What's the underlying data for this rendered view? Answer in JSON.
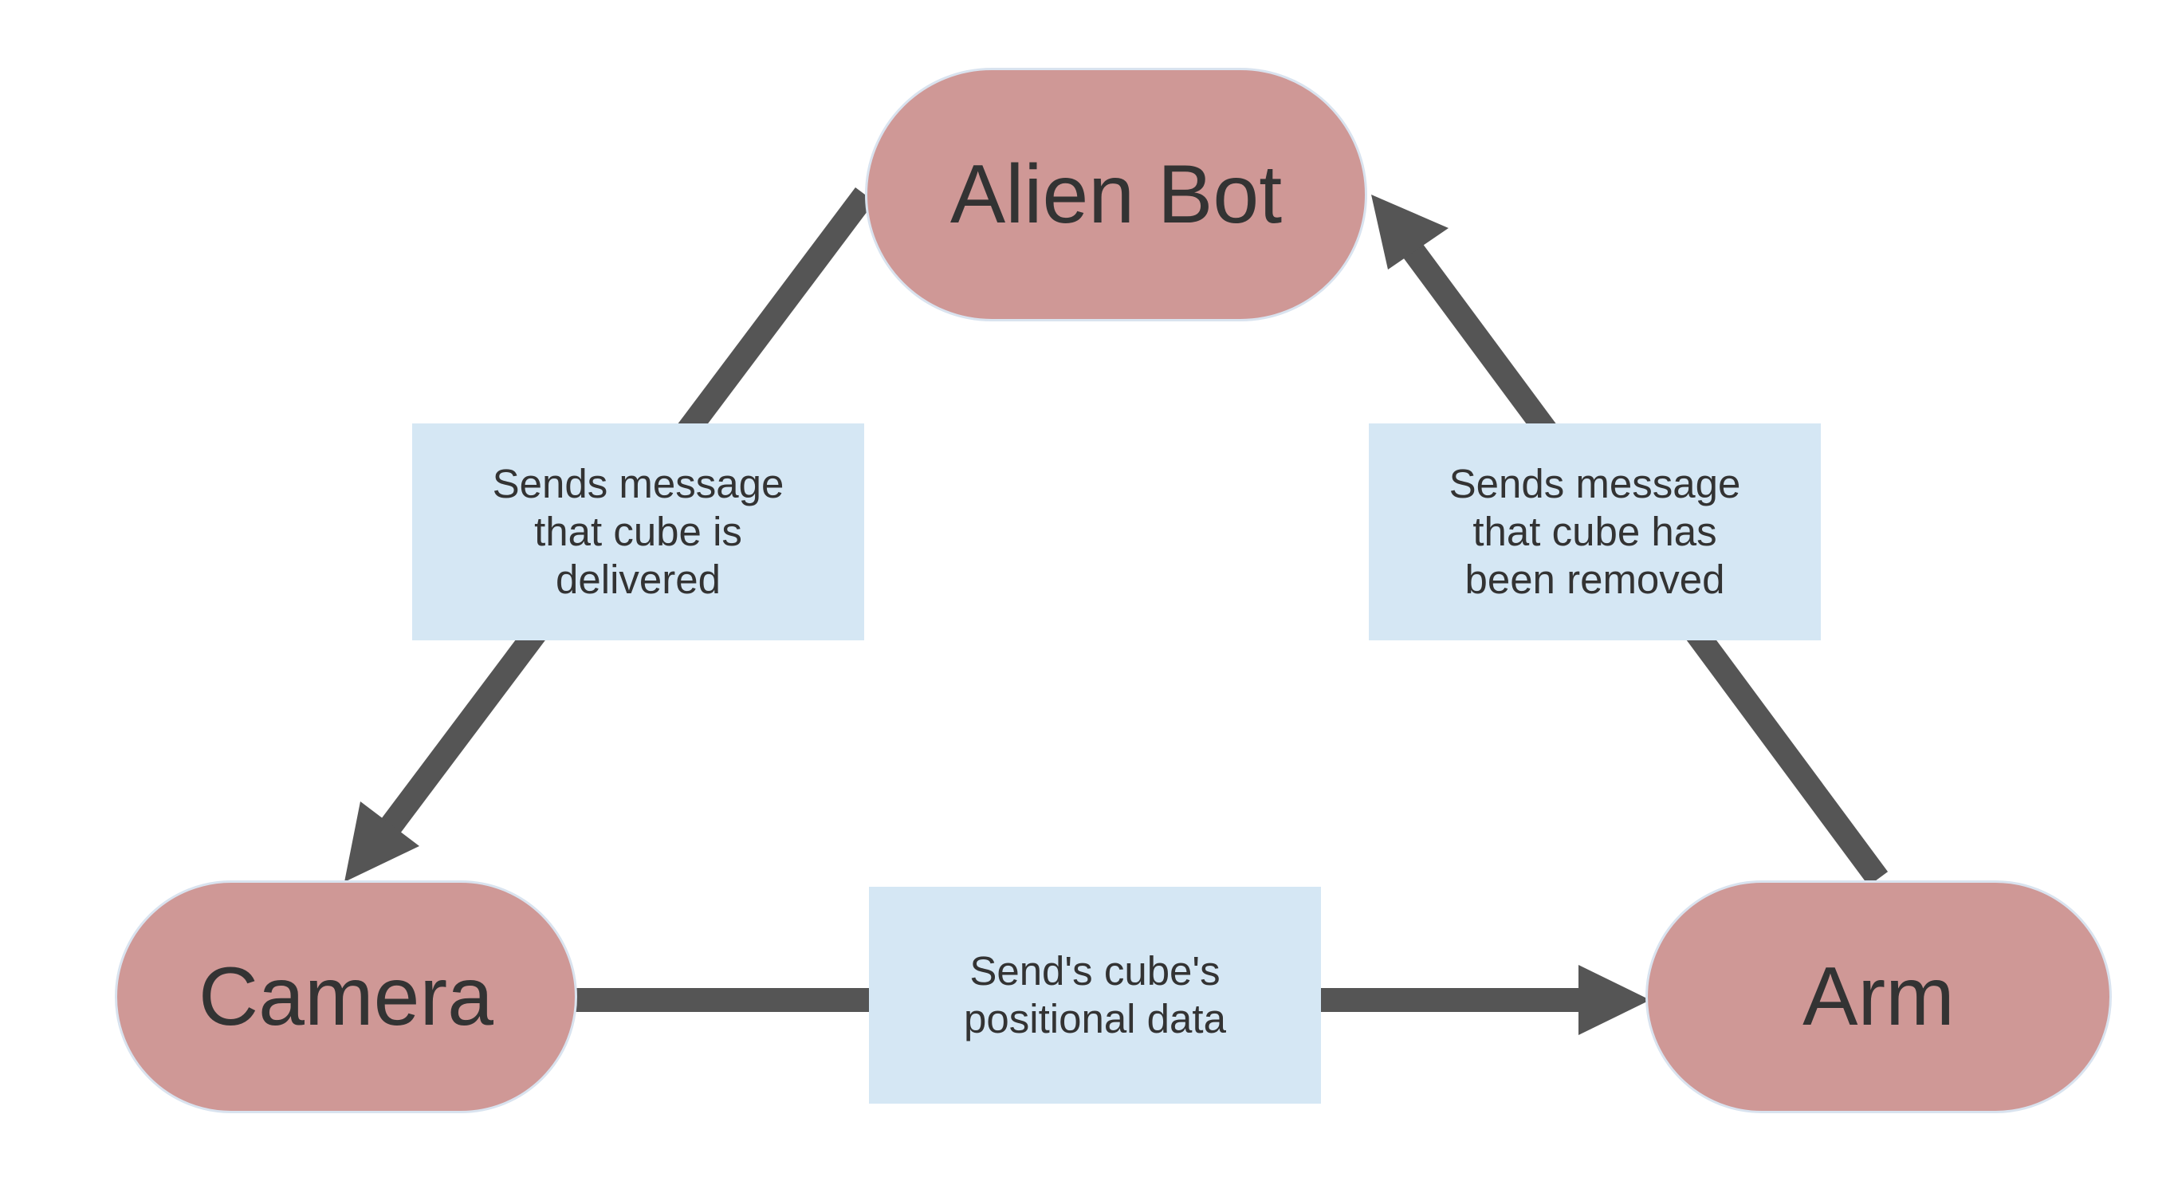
{
  "diagram": {
    "colors": {
      "node_fill": "#cf9896",
      "node_border": "#d9e3ef",
      "label_fill": "#d5e7f4",
      "edge_color": "#555555",
      "text_color": "#333333"
    },
    "nodes": {
      "alien_bot": "Alien Bot",
      "camera": "Camera",
      "arm": "Arm"
    },
    "edges": {
      "alien_bot_to_camera": "Sends message\nthat cube is\ndelivered",
      "arm_to_alien_bot": "Sends message\nthat cube has\nbeen removed",
      "camera_to_arm": "Send's cube's\npositional data"
    }
  }
}
